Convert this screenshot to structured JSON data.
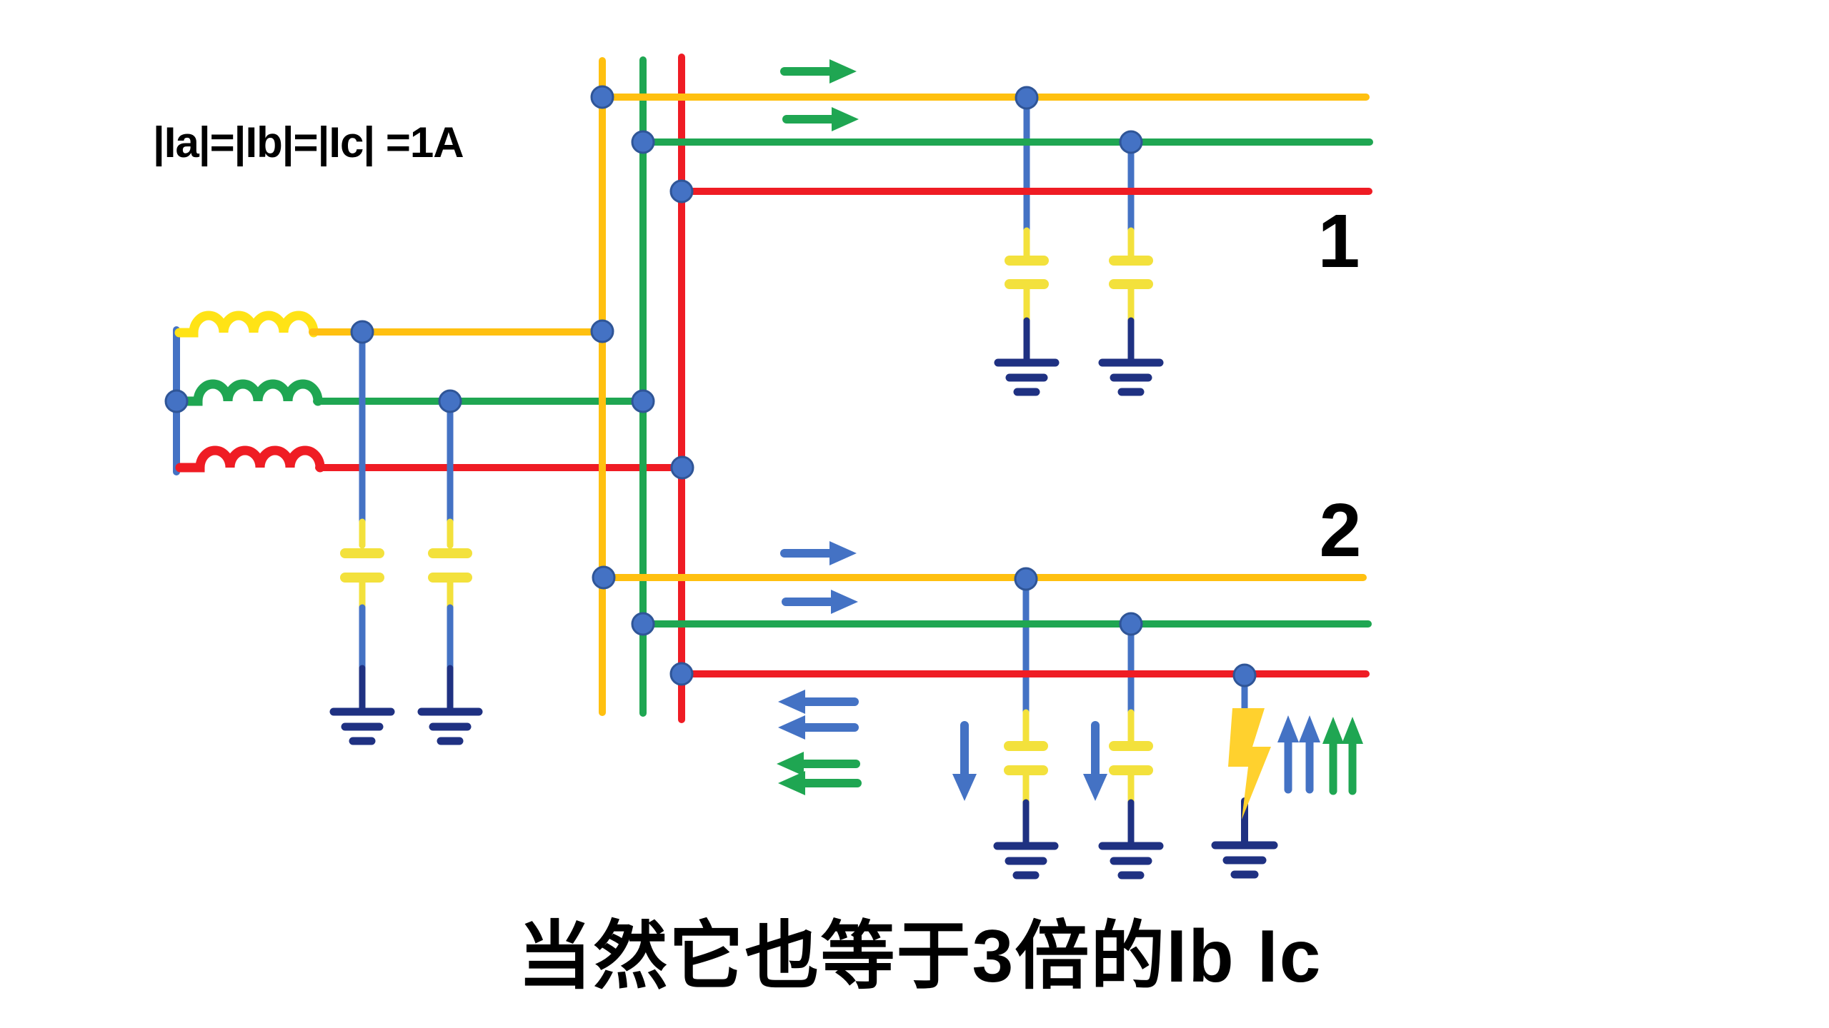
{
  "texts": {
    "equation": "|Ia|=|Ib|=|Ic| =1A",
    "feeder1_label": "1",
    "feeder2_label": "2",
    "caption": "当然它也等于3倍的Ib Ic"
  },
  "colors": {
    "phase_a_gold": "#FFC010",
    "coil_yellow": "#FFE316",
    "cap_yellow": "#F3E13C",
    "bolt_yellow": "#FFD12E",
    "phase_b_green": "#1FA652",
    "phase_c_red": "#EF1C24",
    "wire_blue": "#4472C4",
    "dot_edge_blue": "#2F5597",
    "ground_navy": "#1F3182",
    "text_color": "#000000",
    "background": "#FFFFFF"
  }
}
